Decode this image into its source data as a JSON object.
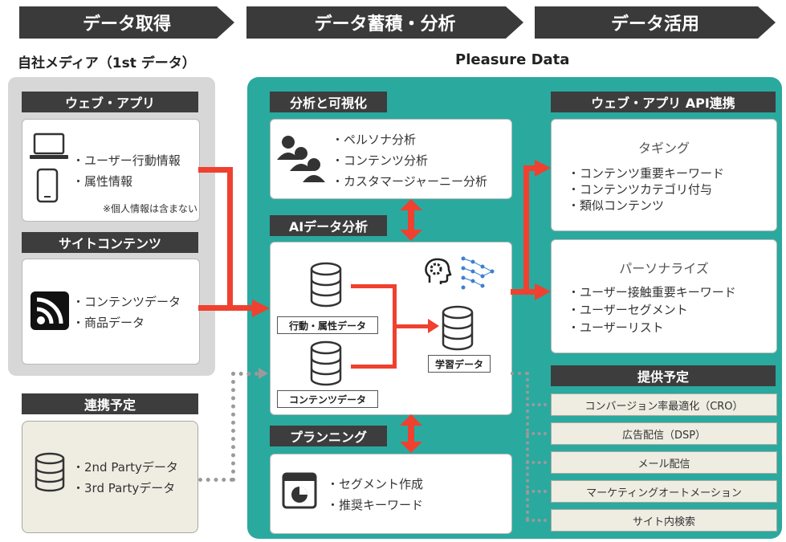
{
  "stages": {
    "acquire": "データ取得",
    "store": "データ蓄積・分析",
    "utilize": "データ活用"
  },
  "left_heading": "自社メディア（1st データ）",
  "right_heading": "Pleasure Data",
  "web_app": {
    "header": "ウェブ・アプリ",
    "items": [
      "・ユーザー行動情報",
      "・属性情報"
    ],
    "note": "※個人情報は含まない"
  },
  "site_content": {
    "header": "サイトコンテンツ",
    "items": [
      "・コンテンツデータ",
      "・商品データ"
    ]
  },
  "planned_link": {
    "header": "連携予定",
    "items": [
      "・2nd Partyデータ",
      "・3rd Partyデータ"
    ]
  },
  "analysis_vis": {
    "header": "分析と可視化",
    "items": [
      "・ペルソナ分析",
      "・コンテンツ分析",
      "・カスタマージャーニー分析"
    ]
  },
  "ai_analysis": {
    "header": "AIデータ分析",
    "behavior_label": "行動・属性データ",
    "content_label": "コンテンツデータ",
    "learning_label": "学習データ"
  },
  "planning": {
    "header": "プランニング",
    "items": [
      "・セグメント作成",
      "・推奨キーワード"
    ]
  },
  "api": {
    "header": "ウェブ・アプリ API連携",
    "tagging_title": "タギング",
    "tagging_items": [
      "・コンテンツ重要キーワード",
      "・コンテンツカテゴリ付与",
      "・類似コンテンツ"
    ],
    "personalize_title": "パーソナライズ",
    "personalize_items": [
      "・ユーザー接触重要キーワード",
      "・ユーザーセグメント",
      "・ユーザーリスト"
    ]
  },
  "planned_offer": {
    "header": "提供予定",
    "items": [
      "コンバージョン率最適化（CRO）",
      "広告配信（DSP）",
      "メール配信",
      "マーケティングオートメーション",
      "サイト内検索"
    ]
  },
  "colors": {
    "teal": "#2aa99f",
    "arrow_red": "#f0402f",
    "header_dark": "#3d3d3d",
    "panel_grey": "#d7d7d7",
    "beige": "#efece2"
  },
  "icons": [
    "laptop-icon",
    "smartphone-icon",
    "rss-icon",
    "database-icon",
    "people-icon",
    "brain-gear-icon",
    "neural-network-icon",
    "dashboard-window-icon"
  ]
}
